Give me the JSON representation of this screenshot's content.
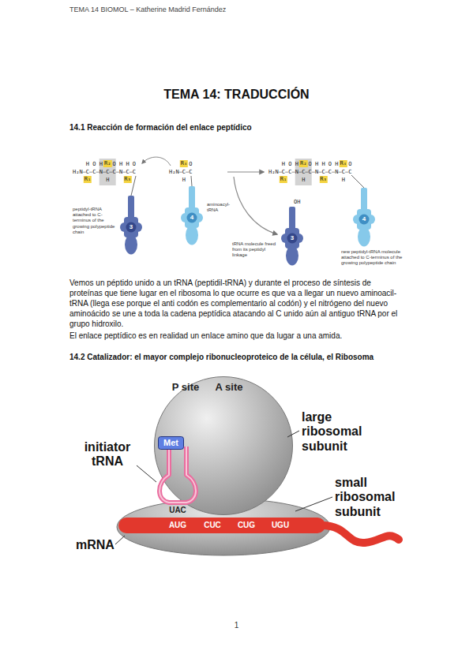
{
  "diagram": {
    "title": "TEMA 14: TRADUCCIÓN",
    "nodes": [
      {
        "text": [
          "3"
        ]
      },
      {
        "text": [
          "4"
        ]
      },
      {
        "text": [
          "3"
        ]
      },
      {
        "text": [
          "4"
        ]
      },
      {
        "text": [
          "P site",
          "A site"
        ]
      },
      {
        "text": [
          "Met"
        ],
        "in": 4
      },
      {
        "text": [
          "AUG",
          "CUC",
          "CUG",
          "UGU"
        ]
      }
    ],
    "labels": [
      "TEMA 14 BIOMOL – Katherine Madrid Fernández",
      "14.1 Reacción de formación del enlace peptídico",
      "H O H   O H H O",
      "H₂N–C–C–N–C–C–N–C–C",
      "R₁",
      "R₂",
      "H",
      "R₃",
      "R₄",
      "O",
      "H₂N–C–C",
      "H",
      "H O H   O H H O H   O",
      "H₂N–C–C–N–C–C–N–C–C–N–C–C",
      "R₂",
      "R₄",
      "R₁",
      "H",
      "R₃",
      "H",
      "peptidyl-tRNA attached to C-terminus of the growing polypeptide chain",
      "aminoacyl-tRNA",
      "tRNA molecule freed from its peptidyl linkage",
      "OH",
      "new peptidyl-tRNA molecule attached to C-terminus of the growing polypeptide chain",
      "Vemos un péptido unido a un tRNA (peptidil-tRNA) y durante el proceso de síntesis de proteínas que tiene lugar en el ribosoma lo que ocurre es que va a llegar un nuevo aminoacil-tRNA (llega ese porque el anti codón es complementario al codón) y el nitrógeno del nuevo aminoácido se une a toda la cadena peptídica atacando al C unido aún al antiguo tRNA por el grupo hidroxilo.",
      "El enlace peptídico es en realidad un enlace amino que da lugar a una amida.",
      "14.2 Catalizador: el mayor complejo ribonucleoproteico de la célula, el Ribosoma",
      "initiator tRNA",
      "UAC",
      "large ribosomal subunit",
      "small ribosomal subunit",
      "mRNA",
      "1"
    ]
  }
}
